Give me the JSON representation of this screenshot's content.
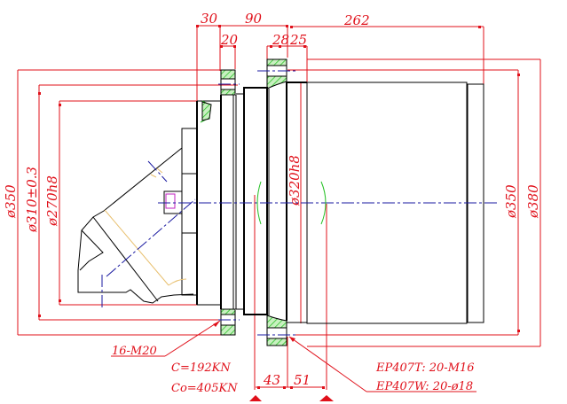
{
  "drawing": {
    "type": "hydraulic travel motor installation drawing",
    "colors": {
      "dimension": "#e0101a",
      "outline": "#000000",
      "centerline": "#1a1aa0",
      "hatch": "#22c022",
      "hidden": "#e8c070"
    },
    "dimensions_top": {
      "d30": "30",
      "d90": "90",
      "d20": "20",
      "d28": "28",
      "d25": "25",
      "d262": "262"
    },
    "dimensions_left": {
      "phi350": "ø350",
      "phi310": "ø310±0.3",
      "phi270": "ø270h8"
    },
    "dimensions_center": {
      "phi320": "ø320h8"
    },
    "dimensions_right": {
      "phi350": "ø350",
      "phi380": "ø380"
    },
    "dimensions_bottom": {
      "d43": "43",
      "d51": "51"
    },
    "annotations": {
      "bolts_left": "16-M20",
      "load_c": "C=192KN",
      "load_co": "Co=405KN",
      "ep407t": "EP407T: 20-M16",
      "ep407w": "EP407W: 20-ø18"
    }
  }
}
